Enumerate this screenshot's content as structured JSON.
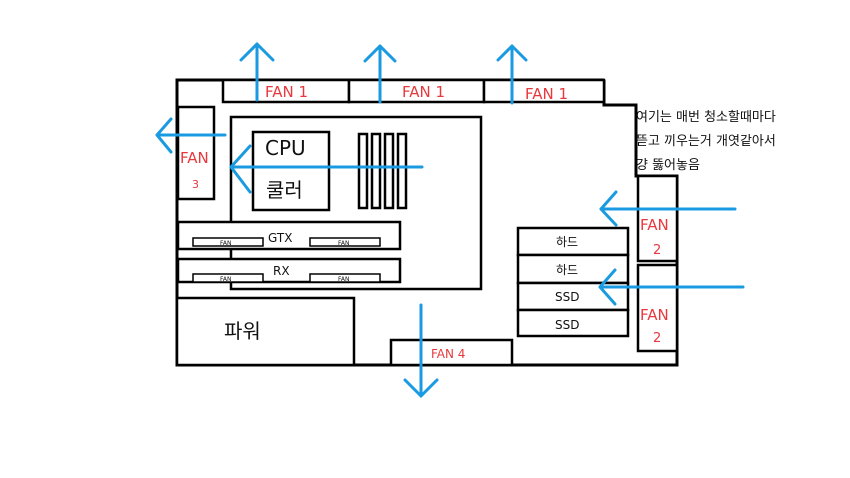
{
  "labels": {
    "fan_top_1": "FAN 1",
    "fan_top_2": "FAN 1",
    "fan_top_3": "FAN 1",
    "fan_left_line1": "FAN",
    "fan_left_line2": "3",
    "cpu_line1": "CPU",
    "cpu_line2": "쿨러",
    "gpu_top": "GTX",
    "gpu_bottom": "RX",
    "gpu_fan": "FAN",
    "psu": "파워",
    "fan_bottom": "FAN 4",
    "fan_right_line1": "FAN",
    "fan_right_line2": "2",
    "drive_1": "하드",
    "drive_2": "하드",
    "drive_3": "SSD",
    "drive_4": "SSD"
  },
  "note": {
    "line1": "여기는 매번 청소할때마다",
    "line2": "뜯고 끼우는거 개엿같아서",
    "line3": "걍 뚫어놓음"
  },
  "colors": {
    "line": "#000000",
    "arrow": "#1a9ae0",
    "fan_text": "#e8383d"
  }
}
